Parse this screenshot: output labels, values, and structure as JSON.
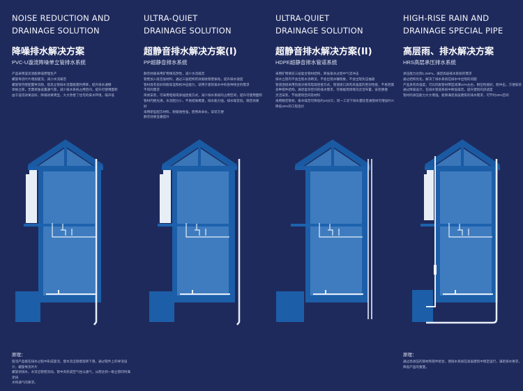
{
  "panels": [
    {
      "title_en_1": "NOISE REDUCTION AND",
      "title_en_2": "DRAINAGE SOLUTION",
      "title_cn": "降噪排水解决方案",
      "subtitle": "PVC-U漩流降噪单立管排水系统",
      "body": [
        "产品采用漩流消能降噪原理生产",
        "螺旋导流叶片增加旋流，减小水流噪音",
        "螺旋管内壁配置导流肋，提高立管排水流量能量利用率，提升排水通畅",
        "单根立管，无需单独设置通气管，减少排水系统占用空间，提升可使用面积",
        "由于漩流效果良好，降噪效果明显，大大改善了住宅的排水环境，噪声低"
      ],
      "principle_label": "原理：",
      "principle_text": [
        "旋流产品能在排水过程中形成旋流，使水流沿管壁旋转下落，通过管件上的导流设计，螺旋导流叶片",
        "螺旋状排水，水流沿管壁流动，管中央形成空气柱以通气，从而达到一根立管同时满足排",
        "水和通气的要求。"
      ]
    },
    {
      "title_en_1": "ULTRA-QUIET",
      "title_en_2": "DRAINAGE SOLUTION",
      "title_cn": "超静音排水解决方案(I)",
      "subtitle": "PP超静音排水系统",
      "body": [
        "静音材质采用矿物填充改性，减少水流噪音",
        "管壁加入吸音层材料，通过三层结构有效吸收管壁振动，提升排水速度",
        "管材具有良好的耐高温和抗冲击能力，适用于建筑排水中的各种场合的需求",
        "不同的需求",
        "简易安装，可采用电熔或承插连接方式，减少排水系统的占用空间，提升可使用面积",
        "管材内壁光滑，水流阻力小，不易结垢堵塞，排水能力强，排水噪音低，隔音效果",
        "好",
        "采用新型配方材料，耐腐蚀性强，使用寿命长，安装方便",
        "静音效果显著提升"
      ],
      "principle_label": "",
      "principle_text": []
    },
    {
      "title_en_1": "ULTRA-QUIET",
      "title_en_2": "DRAINAGE SOLUTION",
      "title_cn": "超静音排水解决方案(II)",
      "subtitle": "HDPE超静音排水管道系统",
      "body": [
        "采用矿物填充三层复合管材结构，降低排水过程中气流冲击",
        "排水立管内不会出现水流断流，不会出现水锤现象，不会出现负压抽吸",
        "管道连接采用热熔对接或电熔连接方式，管道接口具有高强度的密封性能，不易泄漏",
        "多种管件结构，满足复杂空间的排水需求，可根据现场情况灵活布置，安装便捷",
        "灵活安装，节省建筑空间及材料",
        "采用静音管材，排水噪音可降低约10分贝，同一工况下排水量较普通管材可增加约70%",
        "降低30%的工程造价"
      ],
      "principle_label": "",
      "principle_text": []
    },
    {
      "title_en_1": "HIGH-RISE RAIN AND",
      "title_en_2": "DRAINAGE SPECIAL PIPE",
      "title_cn": "高层雨、排水解决方案",
      "subtitle": "HRS高层承压排水系统",
      "body": [
        "承压能力达到1.2MPa，满足高层排水系统的需求",
        "通过结构优化，解决了排水系统在排水中出现的问题",
        "产品具有高强度，可比同类管材厚度减薄10%左右，耐压性能好，耐冲击，方便安装",
        "通过降噪设计，在排水管道系统中降低噪音，提升建筑的舒适度",
        "管材的承压能力大大增强，能够满足高层建筑的排水需求，可节约20%空间"
      ],
      "principle_label": "原理：",
      "principle_text": [
        "通过高承压的管材和管件组合，使排水系统在高层建筑中稳定运行，满足排水要求，降低产品的重量。"
      ]
    }
  ],
  "colors": {
    "background": "#1f2a5c",
    "house_frame": "#1d5ea8",
    "house_inner": "#3f7cbf",
    "pipe": "#e6eef8"
  }
}
